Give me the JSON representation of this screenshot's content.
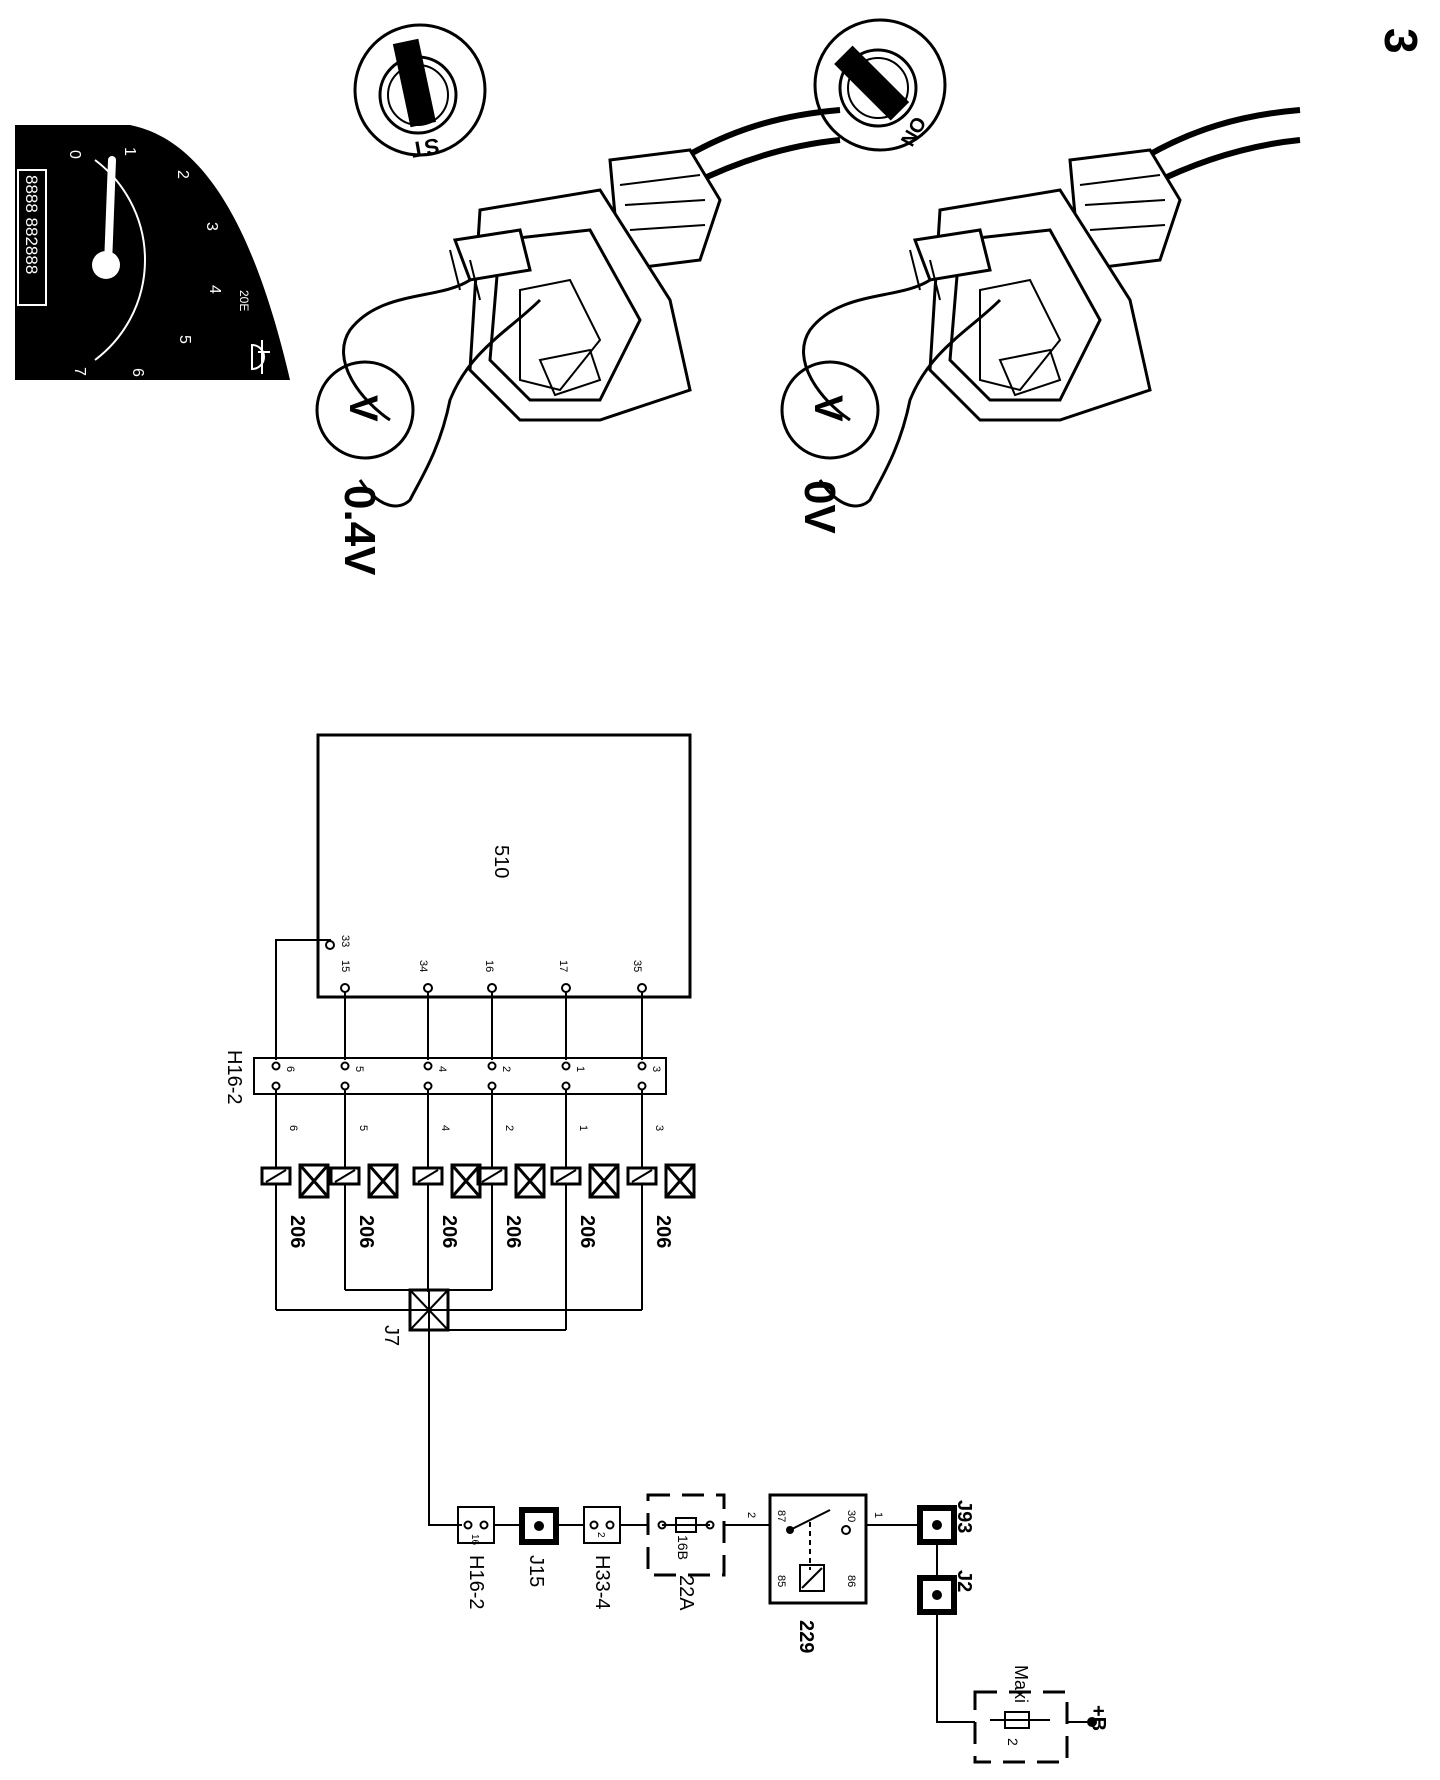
{
  "page_number": "3",
  "illustration": {
    "top_panel": {
      "ignition_position_label": "ST",
      "voltage_reading": "0.4V",
      "meter_symbol": "V"
    },
    "bottom_panel": {
      "ignition_position_label": "ON",
      "voltage_reading": "0V",
      "meter_symbol": "V"
    },
    "tachometer": {
      "scale_numbers": [
        "0",
        "1",
        "2",
        "3",
        "4",
        "5",
        "6",
        "7"
      ],
      "odometer_text": "8888 882888",
      "small_text": "20E",
      "fog_light_icon": "rear-fog-light-icon"
    }
  },
  "schematic": {
    "ecu": {
      "label": "510",
      "pins": [
        "33",
        "15",
        "34",
        "16",
        "17",
        "35"
      ]
    },
    "connector_h16_top": {
      "label": "H16-2",
      "pins": [
        "6",
        "5",
        "4",
        "2",
        "1",
        "3"
      ]
    },
    "wire_numbers": [
      "6",
      "5",
      "4",
      "2",
      "1",
      "3"
    ],
    "injectors": {
      "label": "206",
      "count": 6
    },
    "junction_j7": "J7",
    "chain": {
      "h16_2": {
        "label": "H16-2",
        "pin": "16"
      },
      "j15": "J15",
      "h33_4": {
        "label": "H33-4",
        "pin": "2"
      },
      "fuse_22a": {
        "label": "22A",
        "value": "16B"
      },
      "relay_229": {
        "label": "229",
        "pins": [
          "87",
          "30",
          "85",
          "86"
        ],
        "wire_in": "2",
        "wire_out": "1"
      },
      "j93": "J93",
      "j2": "J2",
      "maxi_fuse": {
        "label": "Maxi",
        "value": "2"
      },
      "battery": "+B"
    }
  }
}
